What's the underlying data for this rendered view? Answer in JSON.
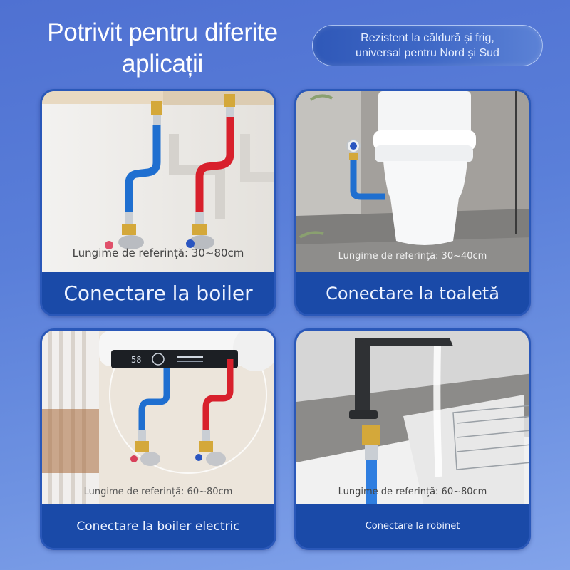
{
  "header": {
    "title_line1": "Potrivit pentru diferite",
    "title_line2": "aplicații",
    "badge_line1": "Rezistent la căldură și frig,",
    "badge_line2": "universal pentru Nord și Sud"
  },
  "cards": [
    {
      "caption": "Conectare la boiler",
      "reference": "Lungime de referință: 30~80cm",
      "scene": "boiler-with-blue-and-red-hoses"
    },
    {
      "caption": "Conectare la toaletă",
      "reference": "Lungime de referință: 30~40cm",
      "scene": "toilet-with-blue-hose"
    },
    {
      "caption": "Conectare la boiler electric",
      "reference": "Lungime de referință: 60~80cm",
      "scene": "electric-water-heater-with-hoses",
      "heater_display": "58"
    },
    {
      "caption": "Conectare la robinet",
      "reference": "Lungime de referință: 60~80cm",
      "scene": "kitchen-faucet-with-hose"
    }
  ],
  "colors": {
    "background_top": "#4f71d2",
    "background_bottom": "#82a3ea",
    "card_band": "#1a4aa8",
    "hose_blue": "#1f6fd0",
    "hose_red": "#d8202c",
    "brass": "#d4a83a"
  }
}
